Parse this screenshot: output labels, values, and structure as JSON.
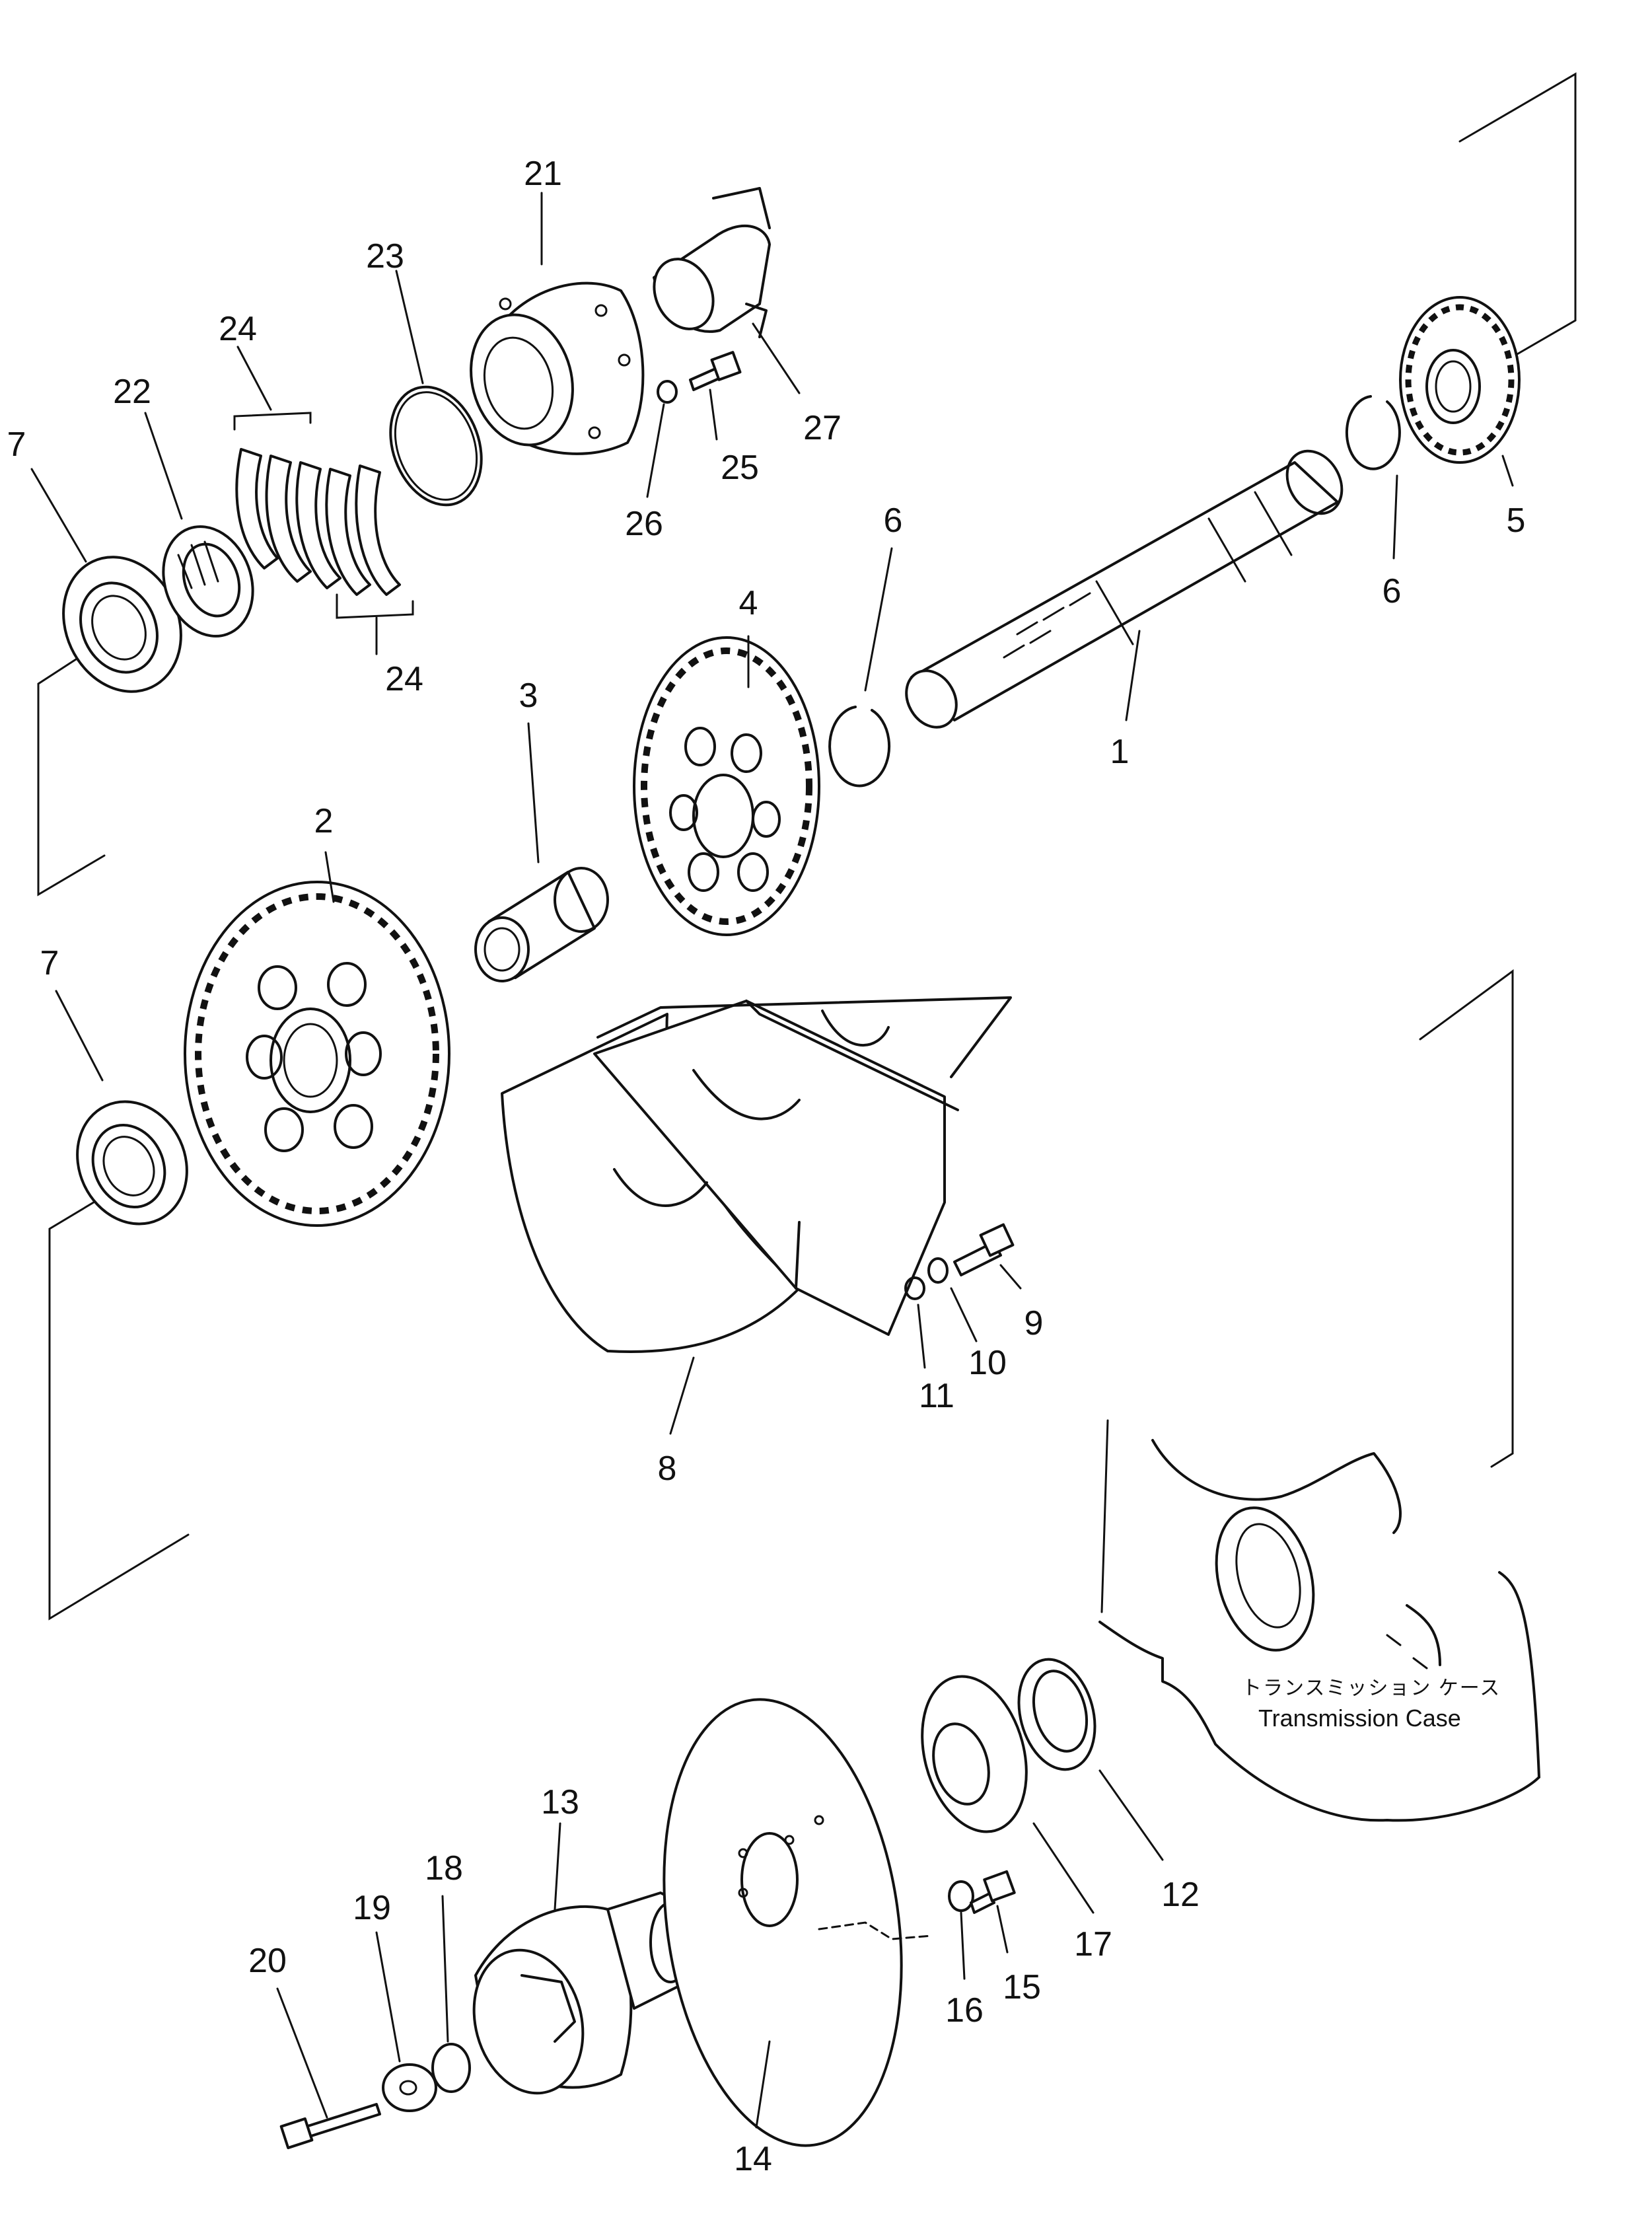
{
  "diagram": {
    "callouts": {
      "n1": "1",
      "n2": "2",
      "n3": "3",
      "n4": "4",
      "n5": "5",
      "n6": "6",
      "n7": "7",
      "n8": "8",
      "n9": "9",
      "n10": "10",
      "n11": "11",
      "n12": "12",
      "n13": "13",
      "n14": "14",
      "n15": "15",
      "n16": "16",
      "n17": "17",
      "n18": "18",
      "n19": "19",
      "n20": "20",
      "n21": "21",
      "n22": "22",
      "n23": "23",
      "n24": "24",
      "n25": "25",
      "n26": "26",
      "n27": "27"
    },
    "case_label_jp": "トランスミッション ケース",
    "case_label_en": "Transmission Case"
  }
}
